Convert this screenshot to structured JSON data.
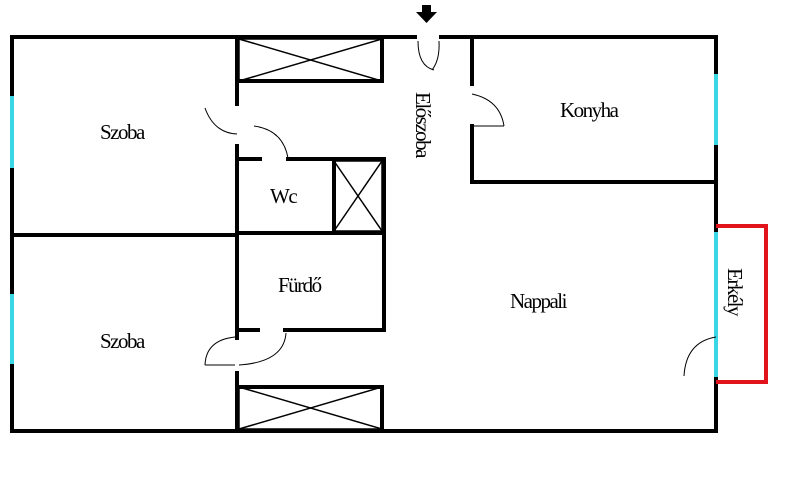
{
  "rooms": {
    "szoba_top": "Szoba",
    "szoba_bottom": "Szoba",
    "wc": "Wc",
    "furdo": "Fürdő",
    "eloszoba": "Előszoba",
    "konyha": "Konyha",
    "nappali": "Nappali",
    "erkely": "Erkély"
  },
  "colors": {
    "wall": "#000000",
    "window": "#39d6e6",
    "balcony": "#e0141a"
  },
  "icons": {
    "entrance": "arrow-down-icon"
  }
}
